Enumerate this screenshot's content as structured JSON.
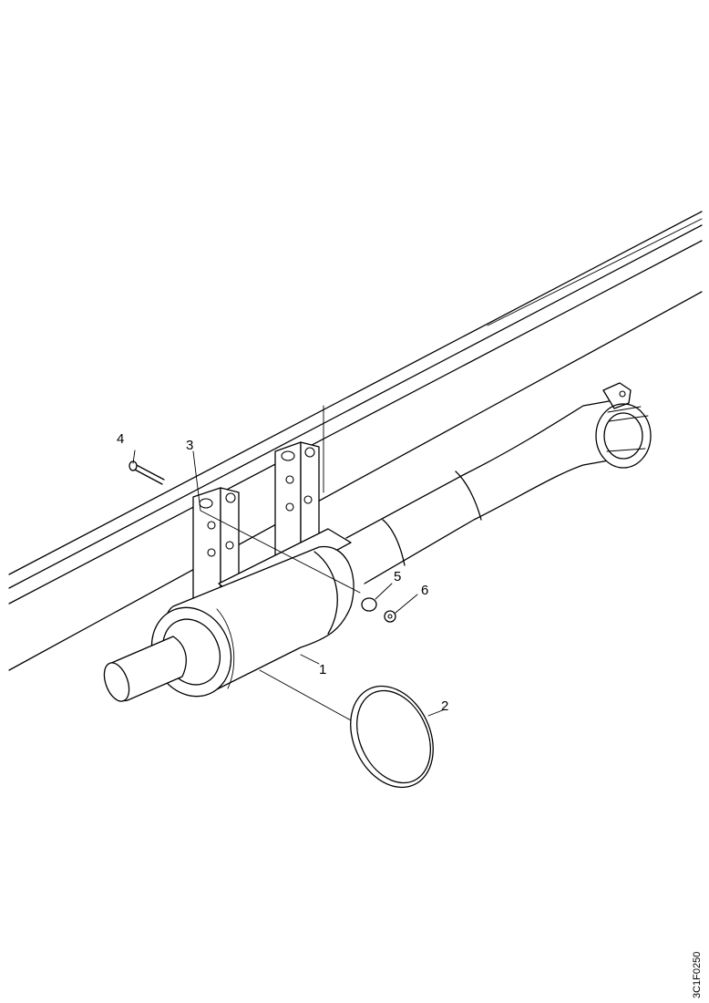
{
  "diagram": {
    "callouts": [
      {
        "id": "1",
        "label": "1"
      },
      {
        "id": "2",
        "label": "2"
      },
      {
        "id": "3",
        "label": "3"
      },
      {
        "id": "4",
        "label": "4"
      },
      {
        "id": "5",
        "label": "5"
      },
      {
        "id": "6",
        "label": "6"
      }
    ],
    "reference_code": "3C1F0250"
  }
}
